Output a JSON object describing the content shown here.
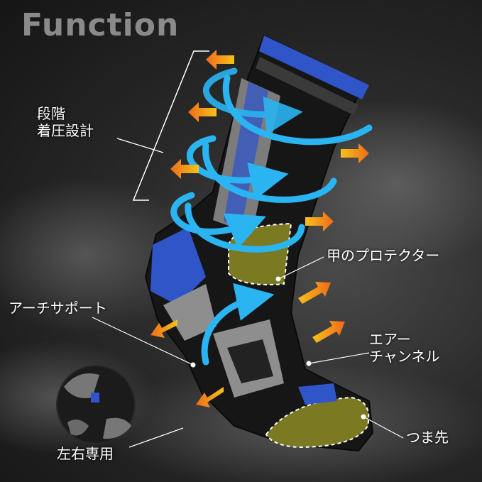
{
  "title": "Function",
  "labels": {
    "graduated_compression": [
      "段階",
      "着圧設計"
    ],
    "instep_protector": "甲のプロテクター",
    "arch_support": "アーチサポート",
    "air_channel": [
      "エアー",
      "チャンネル"
    ],
    "toe": "つま先",
    "left_right": "左右専用"
  },
  "colors": {
    "accent_blue": "#2f55c8",
    "arrow_cyan": "#2ab4f2",
    "arrow_orange": "#f28a1e",
    "pad_olive": "#7b7a22",
    "sock_black": "#141414",
    "sock_gray": "#8e8e8e"
  }
}
